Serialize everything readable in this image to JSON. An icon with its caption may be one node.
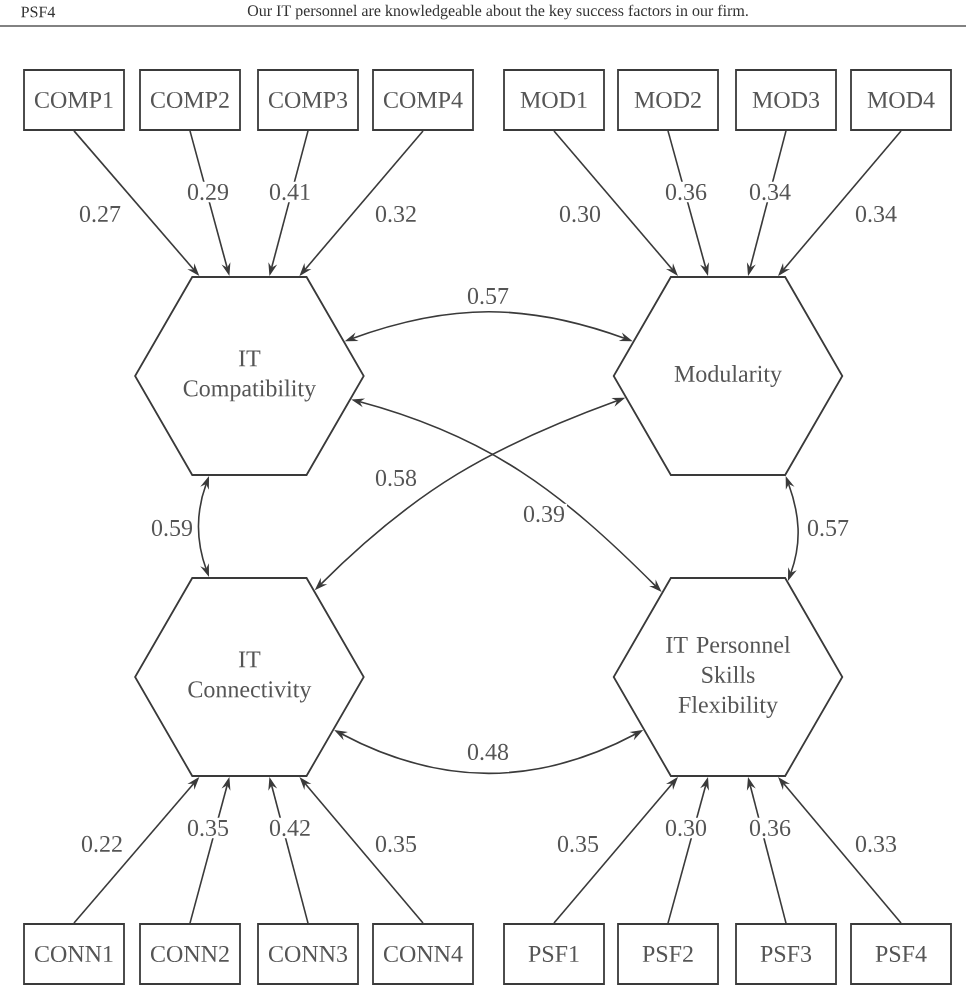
{
  "diagram": {
    "nodes": [
      {
        "text": [
          "COMP1"
        ]
      },
      {
        "text": [
          "COMP2"
        ]
      },
      {
        "text": [
          "COMP3"
        ]
      },
      {
        "text": [
          "COMP4"
        ]
      },
      {
        "text": [
          "MOD1"
        ]
      },
      {
        "text": [
          "MOD2"
        ]
      },
      {
        "text": [
          "MOD3"
        ]
      },
      {
        "text": [
          "MOD4"
        ]
      },
      {
        "text": [
          "IT Compatibility"
        ]
      },
      {
        "text": [
          "Modularity"
        ]
      },
      {
        "text": [
          "IT Connectivity"
        ]
      },
      {
        "text": [
          "IT Personnel Skills Flexibility"
        ]
      },
      {
        "text": [
          "CONN1"
        ]
      },
      {
        "text": [
          "CONN2"
        ]
      },
      {
        "text": [
          "CONN3"
        ]
      },
      {
        "text": [
          "CONN4"
        ]
      },
      {
        "text": [
          "PSF1"
        ]
      },
      {
        "text": [
          "PSF2"
        ]
      },
      {
        "text": [
          "PSF3"
        ]
      },
      {
        "text": [
          "PSF4"
        ]
      }
    ],
    "edges": [
      {
        "from": 0,
        "to": 8,
        "arrow": "to",
        "label": "0.27"
      },
      {
        "from": 1,
        "to": 8,
        "arrow": "to",
        "label": "0.29"
      },
      {
        "from": 2,
        "to": 8,
        "arrow": "to",
        "label": "0.41"
      },
      {
        "from": 3,
        "to": 8,
        "arrow": "to",
        "label": "0.32"
      },
      {
        "from": 4,
        "to": 9,
        "arrow": "to",
        "label": "0.30"
      },
      {
        "from": 5,
        "to": 9,
        "arrow": "to",
        "label": "0.36"
      },
      {
        "from": 6,
        "to": 9,
        "arrow": "to",
        "label": "0.34"
      },
      {
        "from": 7,
        "to": 9,
        "arrow": "to",
        "label": "0.34"
      },
      {
        "from": 8,
        "to": 9,
        "arrow": "both",
        "label": "0.57"
      },
      {
        "from": 8,
        "to": 11,
        "arrow": "both",
        "label": "0.39"
      },
      {
        "from": 9,
        "to": 10,
        "arrow": "both",
        "label": "0.58"
      },
      {
        "from": 8,
        "to": 10,
        "arrow": "both",
        "label": "0.59"
      },
      {
        "from": 9,
        "to": 11,
        "arrow": "both",
        "label": "0.57"
      },
      {
        "from": 10,
        "to": 11,
        "arrow": "both",
        "label": "0.48"
      },
      {
        "from": 12,
        "to": 10,
        "arrow": "to",
        "label": "0.22"
      },
      {
        "from": 13,
        "to": 10,
        "arrow": "to",
        "label": "0.35"
      },
      {
        "from": 14,
        "to": 10,
        "arrow": "to",
        "label": "0.42"
      },
      {
        "from": 15,
        "to": 10,
        "arrow": "to",
        "label": "0.35"
      },
      {
        "from": 16,
        "to": 11,
        "arrow": "to",
        "label": "0.35"
      },
      {
        "from": 17,
        "to": 11,
        "arrow": "to",
        "label": "0.30"
      },
      {
        "from": 18,
        "to": 11,
        "arrow": "to",
        "label": "0.36"
      },
      {
        "from": 19,
        "to": 11,
        "arrow": "to",
        "label": "0.33"
      }
    ],
    "labels": [
      "PSF4",
      "Our IT personnel are knowledgeable about the key success factors in our firm."
    ]
  }
}
